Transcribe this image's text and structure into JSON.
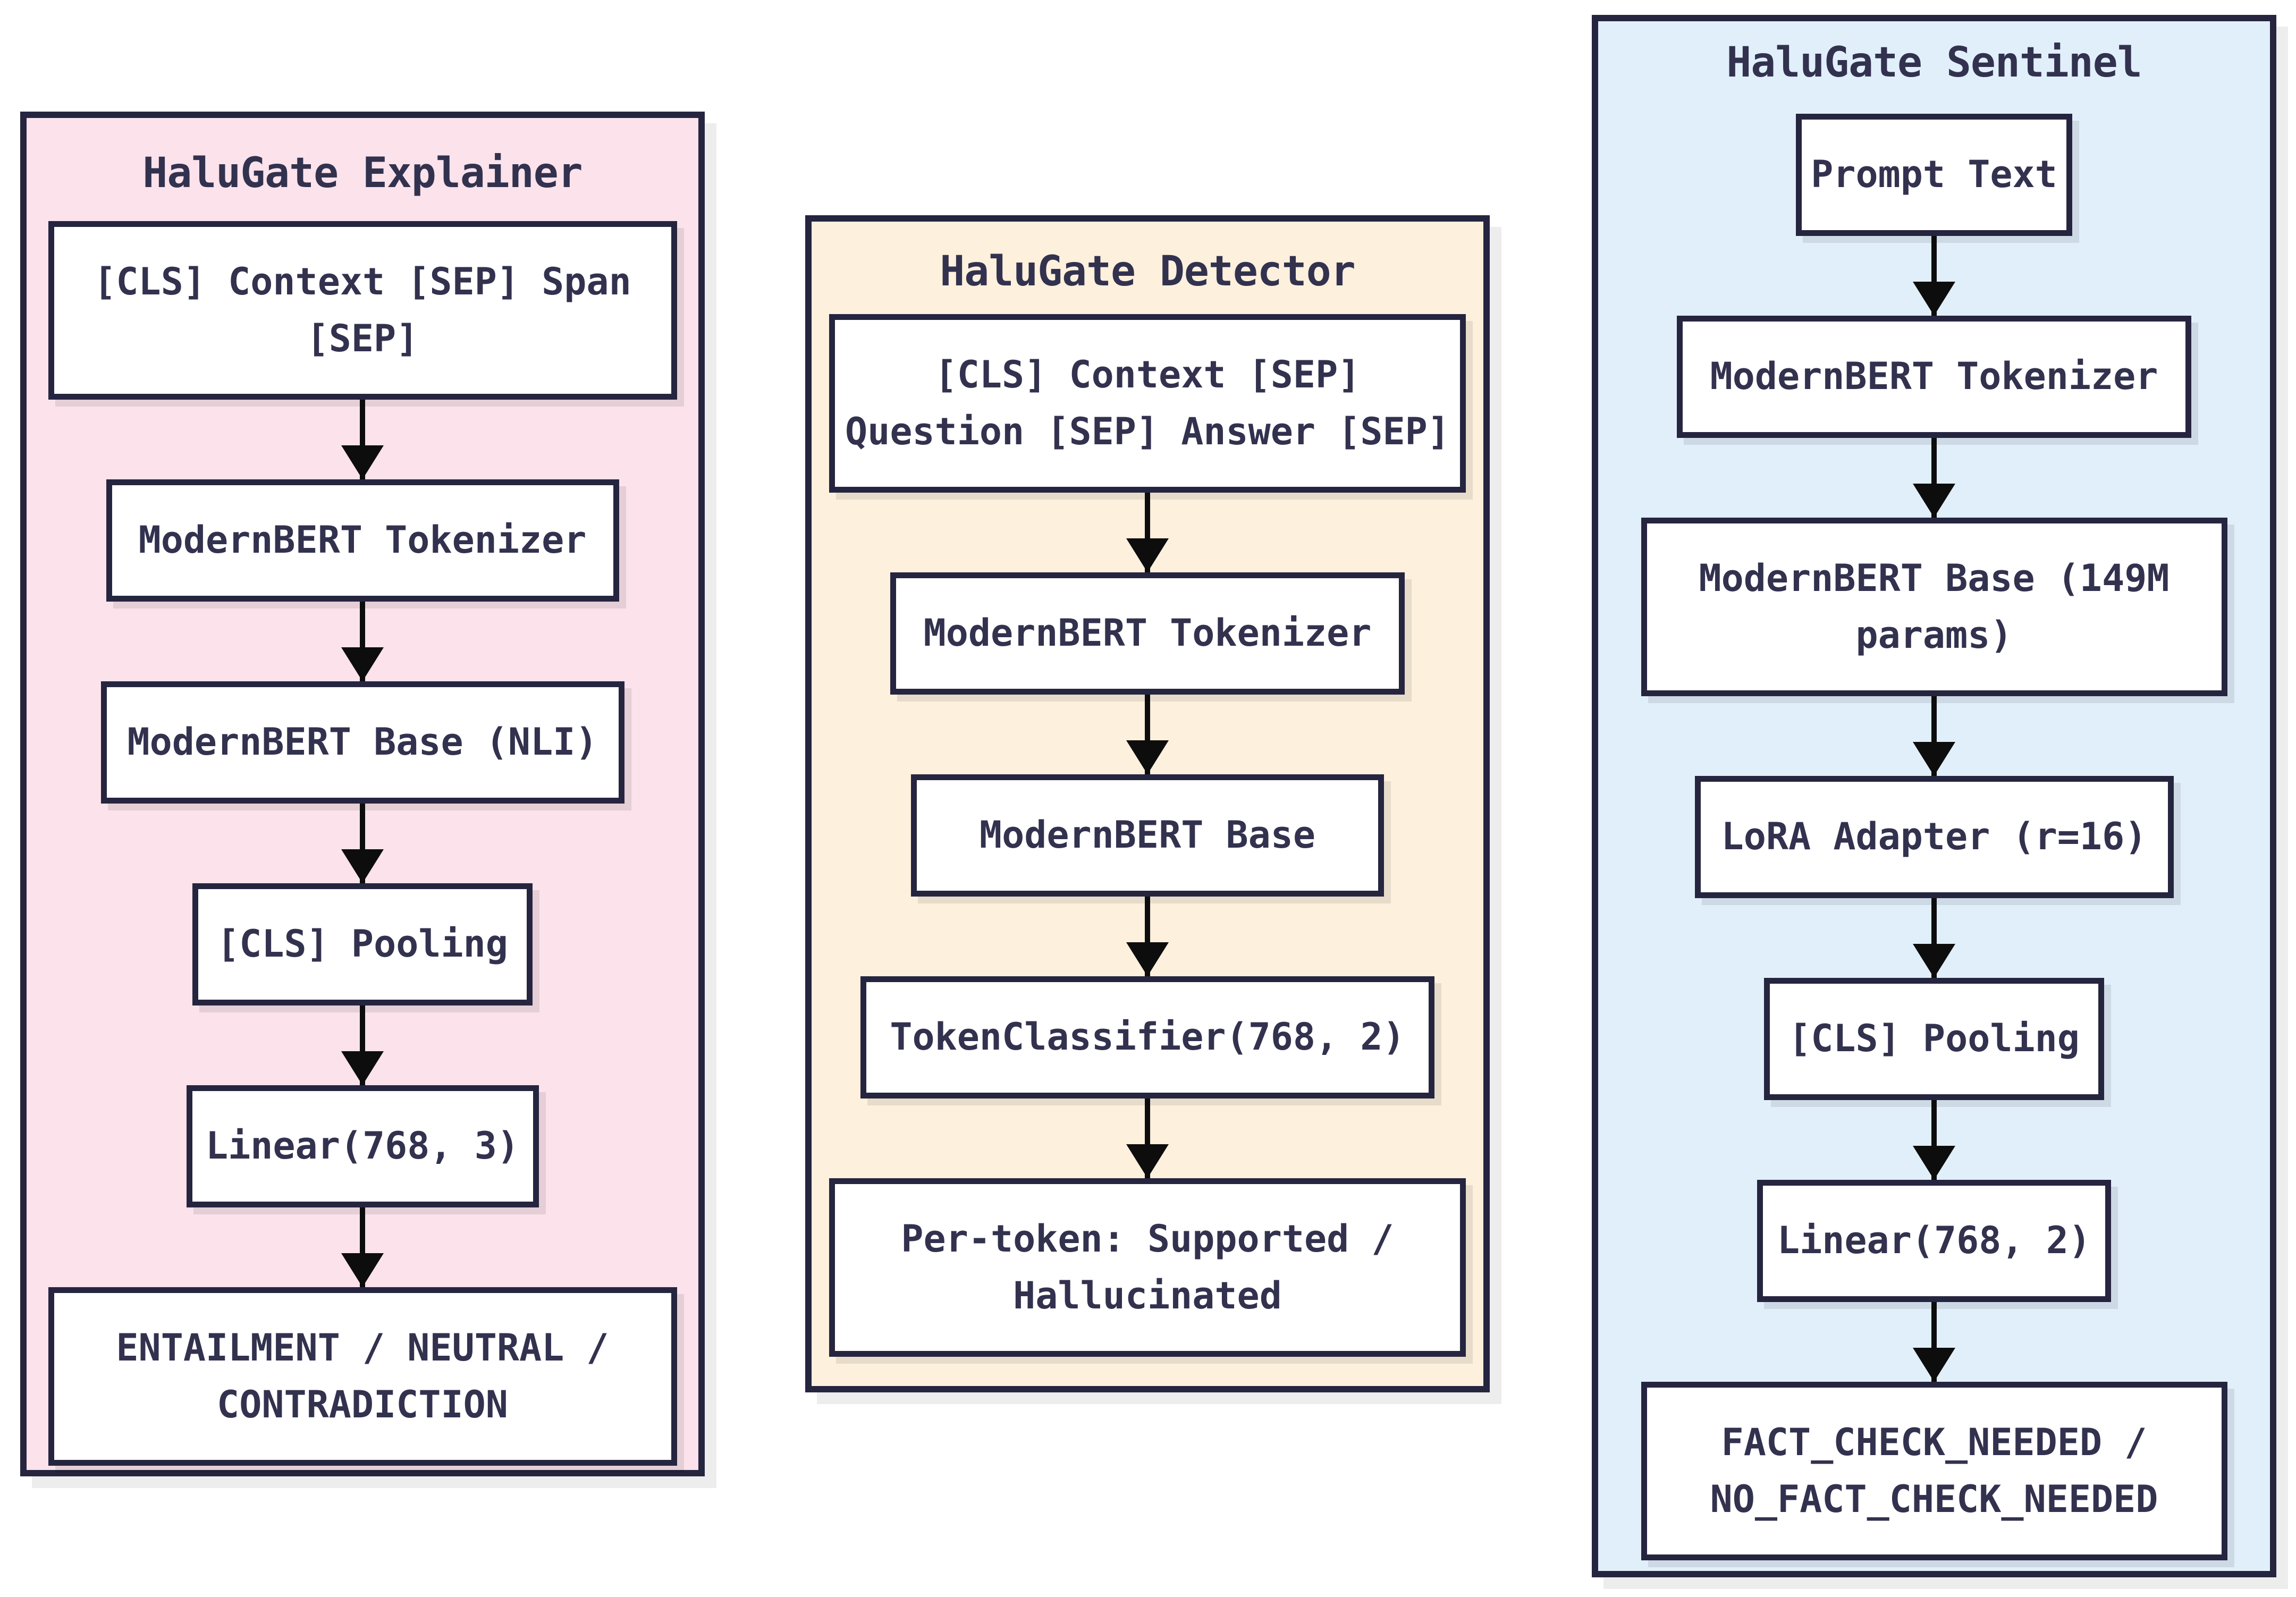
{
  "diagram": {
    "colors": {
      "explainer_fill": "#fbe2eb",
      "detector_fill": "#fdf0dd",
      "sentinel_fill": "#e1effb",
      "border": "#252540",
      "text": "#32324f",
      "arrow": "#0d0d0d",
      "node_fill": "#ffffff"
    },
    "panels": [
      {
        "title": "HaluGate Explainer",
        "nodes": [
          {
            "text": "[CLS] Context [SEP] Span\n[SEP]"
          },
          {
            "text": "ModernBERT Tokenizer"
          },
          {
            "text": "ModernBERT Base (NLI)"
          },
          {
            "text": "[CLS] Pooling"
          },
          {
            "text": "Linear(768, 3)"
          },
          {
            "text": "ENTAILMENT / NEUTRAL /\nCONTRADICTION"
          }
        ]
      },
      {
        "title": "HaluGate Detector",
        "nodes": [
          {
            "text": "[CLS] Context [SEP]\nQuestion [SEP] Answer [SEP]"
          },
          {
            "text": "ModernBERT Tokenizer"
          },
          {
            "text": "ModernBERT Base"
          },
          {
            "text": "TokenClassifier(768, 2)"
          },
          {
            "text": "Per-token: Supported /\nHallucinated"
          }
        ]
      },
      {
        "title": "HaluGate Sentinel",
        "nodes": [
          {
            "text": "Prompt Text"
          },
          {
            "text": "ModernBERT Tokenizer"
          },
          {
            "text": "ModernBERT Base (149M\nparams)"
          },
          {
            "text": "LoRA Adapter (r=16)"
          },
          {
            "text": "[CLS] Pooling"
          },
          {
            "text": "Linear(768, 2)"
          },
          {
            "text": "FACT_CHECK_NEEDED /\nNO_FACT_CHECK_NEEDED"
          }
        ]
      }
    ]
  }
}
